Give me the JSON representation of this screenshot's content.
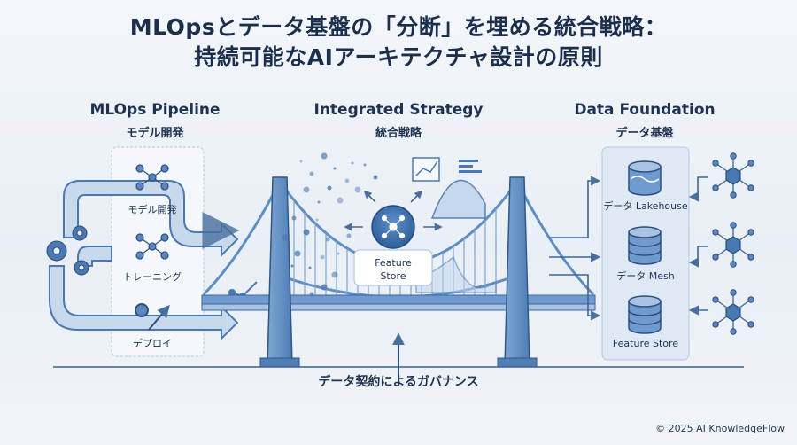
{
  "title": {
    "line1": "MLOpsとデータ基盤の「分断」を埋める統合戦略：",
    "line2": "持続可能なAIアーキテクチャ設計の原則"
  },
  "left": {
    "heading_en": "MLOps Pipeline",
    "heading_ja": "モデル開発",
    "steps": [
      "モデル開発",
      "トレーニング",
      "デプロイ"
    ]
  },
  "center": {
    "heading_en": "Integrated Strategy",
    "heading_ja": "統合戦略",
    "hub_label_1": "Feature",
    "hub_label_2": "Store"
  },
  "right": {
    "heading_en": "Data Foundation",
    "heading_ja": "データ基盤",
    "stores": [
      "データ Lakehouse",
      "データ Mesh",
      "Feature Store"
    ]
  },
  "governance": "データ契約によるガバナンス",
  "copyright": "© 2025 AI KnowledgeFlow",
  "colors": {
    "primary": "#4a78b0",
    "dark": "#1f3350",
    "light_panel": "#dfe9f5",
    "bridge": "#5f8ec5"
  }
}
